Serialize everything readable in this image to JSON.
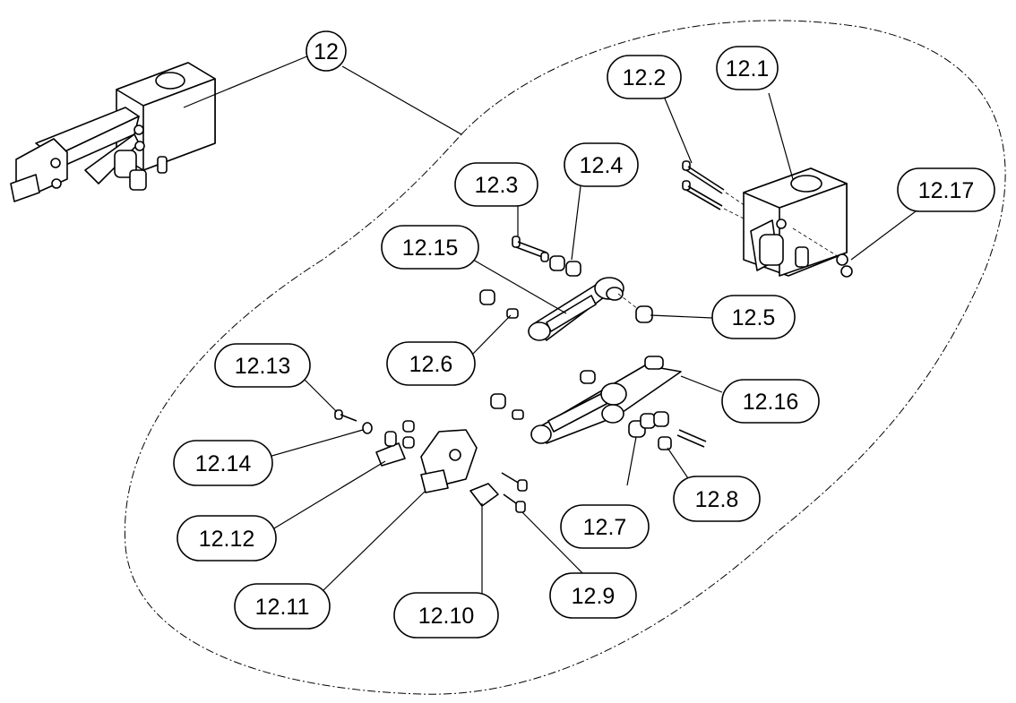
{
  "callouts": {
    "c12": "12",
    "c12_1": "12.1",
    "c12_2": "12.2",
    "c12_3": "12.3",
    "c12_4": "12.4",
    "c12_5": "12.5",
    "c12_6": "12.6",
    "c12_7": "12.7",
    "c12_8": "12.8",
    "c12_9": "12.9",
    "c12_10": "12.10",
    "c12_11": "12.11",
    "c12_12": "12.12",
    "c12_13": "12.13",
    "c12_14": "12.14",
    "c12_15": "12.15",
    "c12_16": "12.16",
    "c12_17": "12.17"
  }
}
